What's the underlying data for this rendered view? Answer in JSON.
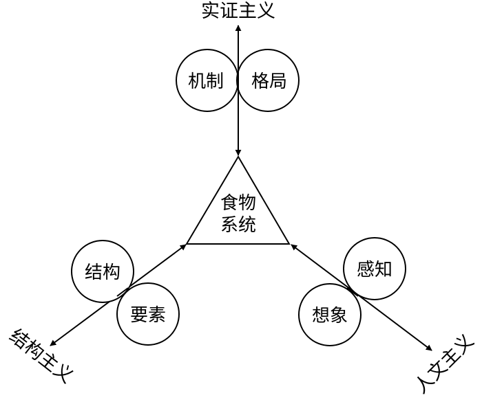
{
  "diagram": {
    "axes": {
      "top": "实证主义",
      "bottom_left": "结构主义",
      "bottom_right": "人文主义"
    },
    "center": {
      "line1": "食物",
      "line2": "系统"
    },
    "circles": {
      "top_left": "机制",
      "top_right": "格局",
      "left_upper": "结构",
      "left_lower": "要素",
      "right_upper": "感知",
      "right_lower": "想象"
    },
    "colors": {
      "stroke": "#000000",
      "background": "#ffffff",
      "text": "#000000"
    }
  }
}
